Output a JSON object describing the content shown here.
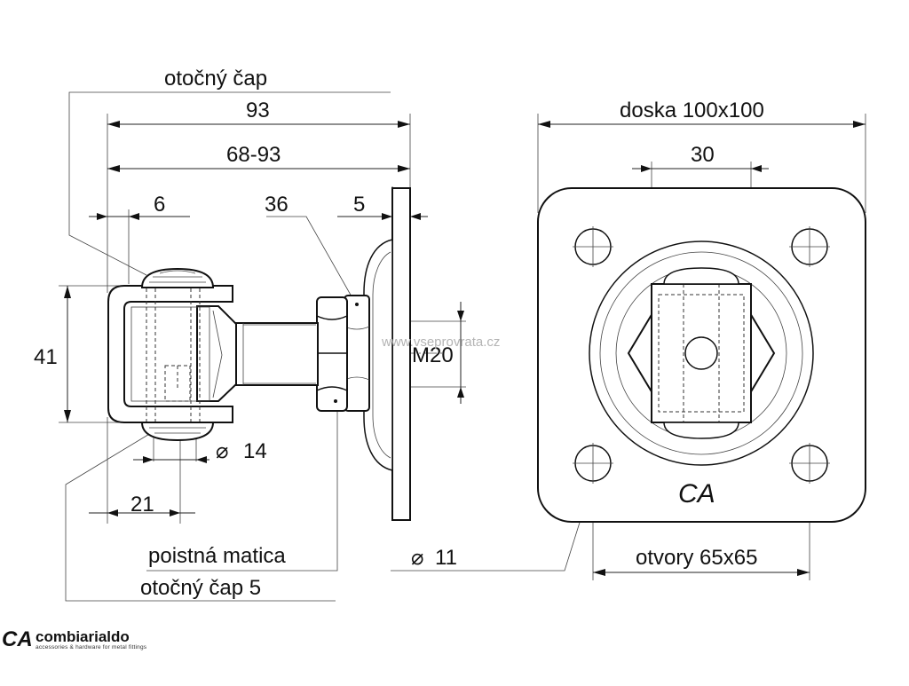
{
  "labels": {
    "otocny_cap": "otočný čap",
    "dim_93": "93",
    "dim_68_93": "68-93",
    "dim_6": "6",
    "dim_36": "36",
    "dim_5": "5",
    "dim_41": "41",
    "thread": "M20",
    "dia_14": "14",
    "dim_21": "21",
    "poistna_matica": "poistná matica",
    "otocny_cap_5": "otočný čap 5",
    "dia_11": "11",
    "plate": "doska 100x100",
    "dim_30": "30",
    "holes": "otvory 65x65",
    "diameter_symbol": "⌀",
    "plate_logo": "CA"
  },
  "watermark": "www.vseprovrata.cz",
  "logo": {
    "mark": "CA",
    "name": "combiarialdo",
    "tagline": "accessories & hardware for metal fittings",
    "accent_color": "#d6202a"
  }
}
